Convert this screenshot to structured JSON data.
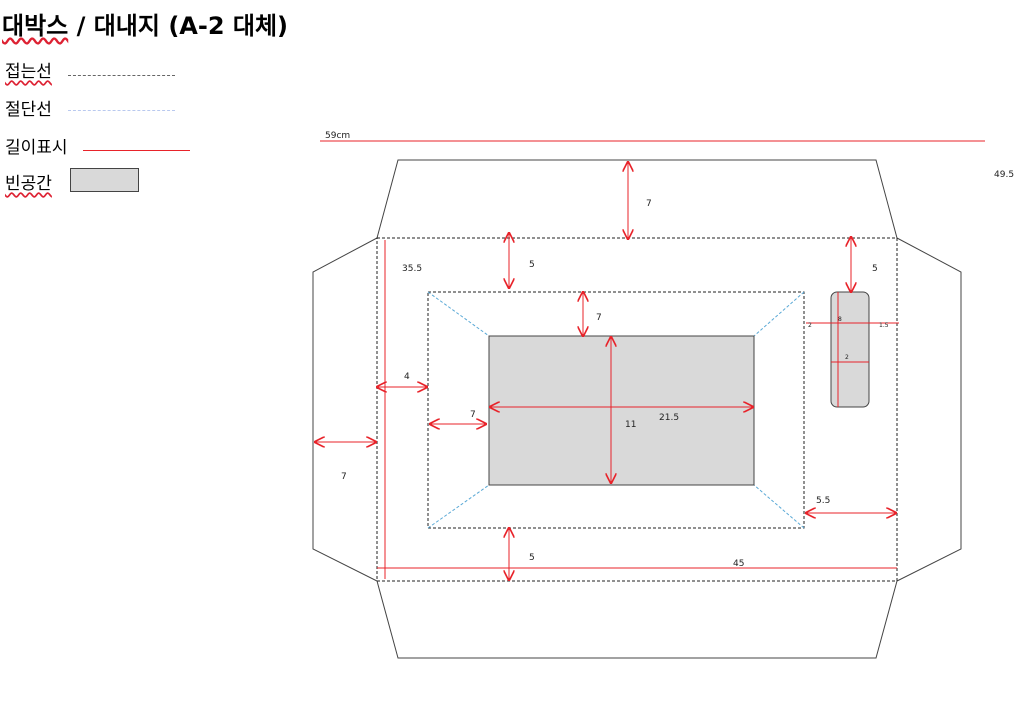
{
  "title": {
    "prefix": "대박스",
    "rest": " / 대내지 (A-2 대체)"
  },
  "legend": {
    "fold": "접는선",
    "cut": "절단선",
    "length": "길이표시",
    "empty": "빈공간"
  },
  "colors": {
    "fold_line": "#444444",
    "cut_line": "#5aa9d6",
    "length_line": "#e8232a",
    "empty_fill": "#d9d9d9"
  },
  "dimensions": {
    "total_width": "59cm",
    "right_height": "49.5",
    "top_flap": "7",
    "top_margin": "5",
    "inner_height": "35.5",
    "tray_wall_top": "7",
    "right_slot_top": "5",
    "slot_small_left": "2",
    "slot_mid": "8",
    "slot_small_right": "1.5",
    "slot_width": "2",
    "left_gap": "4",
    "tray_left": "7",
    "cavity_width": "21.5",
    "cavity_height": "11",
    "left_flap": "7",
    "right_gap": "5.5",
    "bottom_margin": "5",
    "inner_width": "45"
  }
}
